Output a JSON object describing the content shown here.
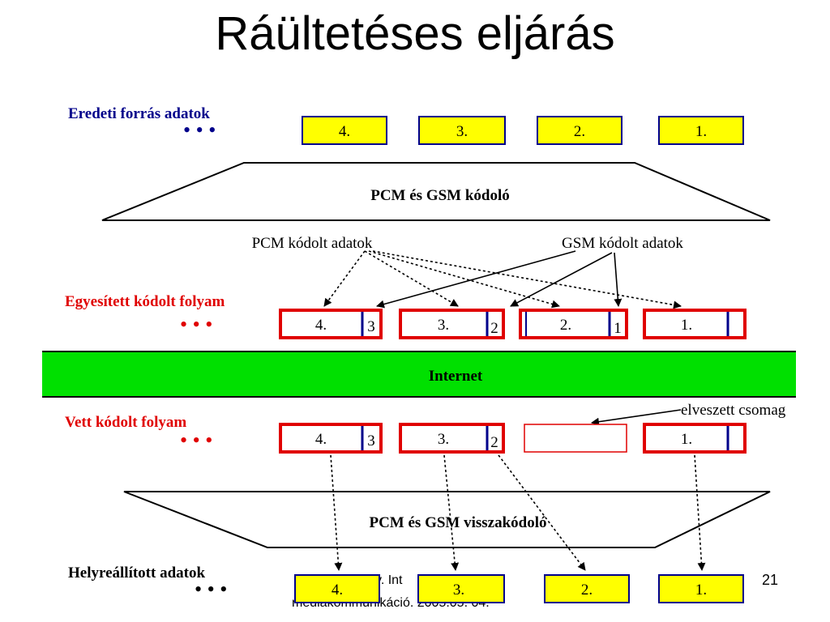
{
  "title": "Ráültetéses eljárás",
  "colors": {
    "yellow": "#ffff00",
    "red": "#e00000",
    "navy": "#00008b",
    "green": "#00e000"
  },
  "rows": {
    "source": {
      "label": "Eredeti forrás adatok",
      "dots": "• • •",
      "blocks": [
        "4.",
        "3.",
        "2.",
        "1."
      ]
    },
    "encoder": {
      "label": "PCM és GSM kódoló"
    },
    "pcm_label": "PCM kódolt adatok",
    "gsm_label": "GSM kódolt adatok",
    "combined": {
      "label": "Egyesített kódolt folyam",
      "dots": "• • •",
      "packets": [
        {
          "main": "4.",
          "side": "3"
        },
        {
          "main": "3.",
          "side": "2"
        },
        {
          "main": "2.",
          "side": "1"
        },
        {
          "main": "1.",
          "side": ""
        }
      ]
    },
    "internet": "Internet",
    "received": {
      "label": "Vett kódolt folyam",
      "dots": "• • •",
      "lost_label": "elveszett csomag",
      "packets": [
        {
          "main": "4.",
          "side": "3"
        },
        {
          "main": "3.",
          "side": "2"
        },
        {
          "main": "",
          "side": ""
        },
        {
          "main": "1.",
          "side": ""
        }
      ]
    },
    "decoder": {
      "label": "PCM és GSM visszakódoló"
    },
    "restored": {
      "label": "Helyreállított adatok",
      "dots": "• • •",
      "blocks": [
        "4.",
        "3.",
        "2.",
        "1."
      ]
    }
  },
  "footer": {
    "line1": "y. Int",
    "line2": "médiakommunikáció. 2005.05. 04.",
    "page": "21"
  }
}
